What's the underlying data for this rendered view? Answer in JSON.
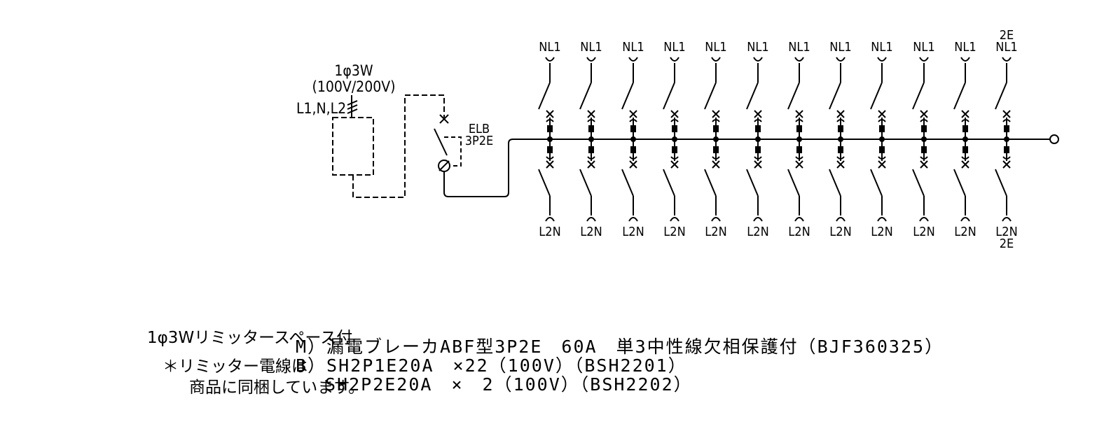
{
  "supply": {
    "system": "1φ3W",
    "voltage": "(100V/200V)",
    "lines": "L1,N,L2"
  },
  "main_breaker": {
    "type": "ELB",
    "poles": "3P2E"
  },
  "top_branches": [
    "NL1",
    "NL1",
    "NL1",
    "NL1",
    "NL1",
    "NL1",
    "NL1",
    "NL1",
    "NL1",
    "NL1",
    "NL1",
    "NL1"
  ],
  "top_extra_labels": [
    "",
    "",
    "",
    "",
    "",
    "",
    "",
    "",
    "",
    "",
    "",
    "2E"
  ],
  "bottom_branches": [
    "L2N",
    "L2N",
    "L2N",
    "L2N",
    "L2N",
    "L2N",
    "L2N",
    "L2N",
    "L2N",
    "L2N",
    "L2N",
    "L2N"
  ],
  "bottom_extra_labels": [
    "",
    "",
    "",
    "",
    "",
    "",
    "",
    "",
    "",
    "",
    "",
    "2E"
  ],
  "notes": [
    "1φ3Wリミッタースペース付",
    "＊リミッター電線は",
    "商品に同梱しています。"
  ],
  "specs": [
    "M）漏電ブレーカABF型3P2E　60A　単3中性線欠相保護付（BJF360325）",
    "B）SH2P1E20A　×22（100V）（BSH2201）",
    "SH2P2E20A　×　2（100V）（BSH2202）"
  ]
}
